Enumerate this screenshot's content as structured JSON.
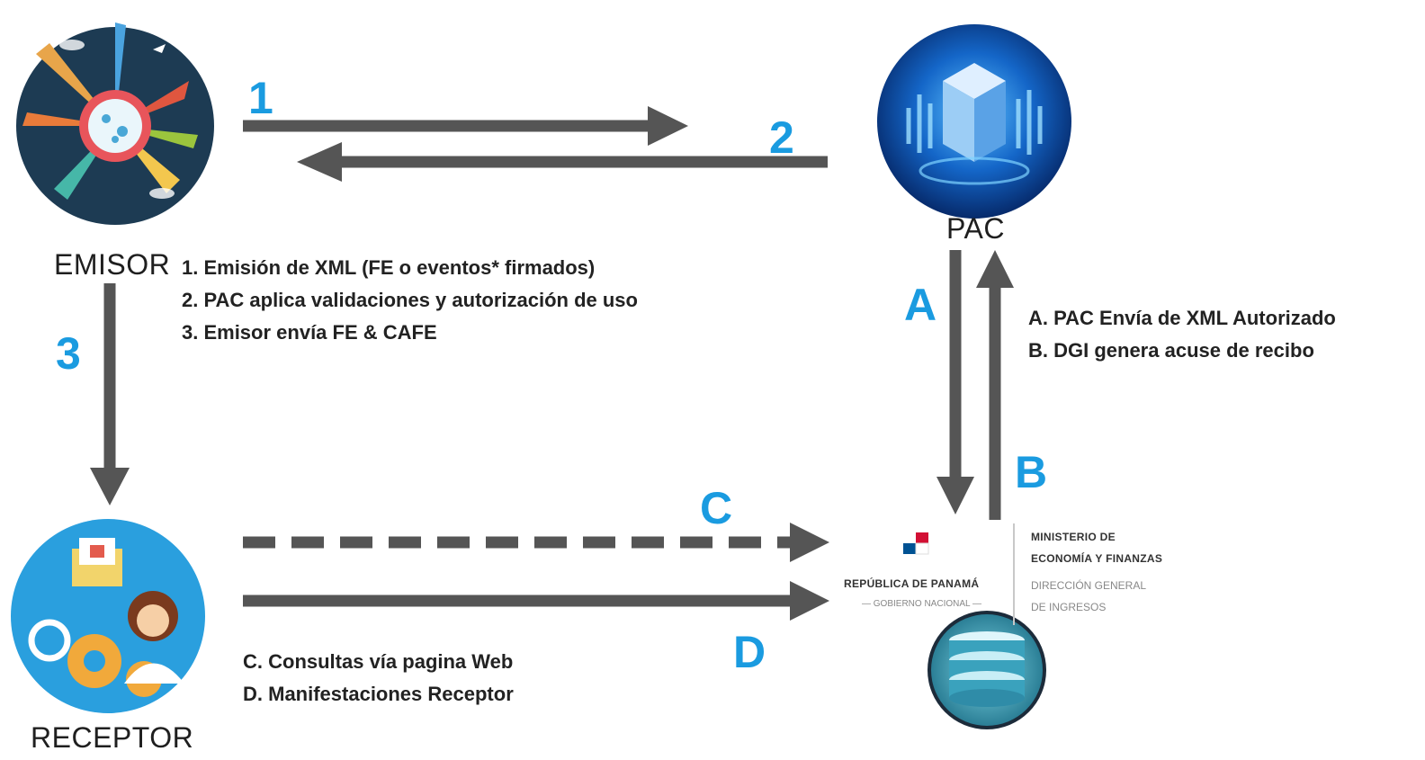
{
  "entities": {
    "emisor": "EMISOR",
    "pac": "PAC",
    "receptor": "RECEPTOR"
  },
  "steps": {
    "s1": "1",
    "s2": "2",
    "s3": "3",
    "sA": "A",
    "sB": "B",
    "sC": "C",
    "sD": "D"
  },
  "notes_emisor": [
    "1.  Emisión de XML (FE o eventos* firmados)",
    "2.  PAC aplica validaciones y autorización de uso",
    "3.  Emisor envía FE & CAFE"
  ],
  "notes_pac": [
    "A. PAC Envía de XML  Autorizado",
    "B. DGI genera acuse de recibo"
  ],
  "notes_receptor": [
    "C. Consultas vía pagina Web",
    "D. Manifestaciones Receptor"
  ],
  "dgi_logo": {
    "republica": "REPÚBLICA DE PANAMÁ",
    "gobierno": "— GOBIERNO NACIONAL —",
    "ministerio_1": "MINISTERIO DE",
    "ministerio_2": "ECONOMÍA Y FINANZAS",
    "direccion_1": "DIRECCIÓN GENERAL",
    "direccion_2": "DE INGRESOS"
  },
  "colors": {
    "arrow": "#555555",
    "accent": "#1a9be0",
    "emisor_bg": "#1d3b53",
    "pac_bg": "#0b4fa8",
    "receptor_bg": "#2a9fde",
    "db": "#2f8ca8"
  }
}
